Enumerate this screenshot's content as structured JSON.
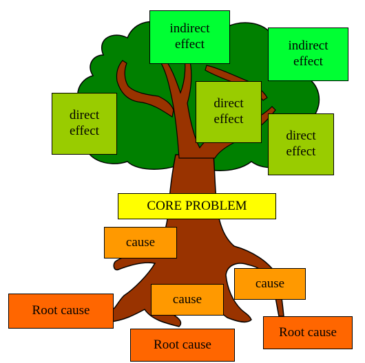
{
  "diagram": {
    "canopy": {
      "indirect_effects": [
        {
          "label": "indirect\neffect"
        },
        {
          "label": "indirect\neffect"
        }
      ],
      "direct_effects": [
        {
          "label": "direct\neffect"
        },
        {
          "label": "direct\neffect"
        },
        {
          "label": "direct\neffect"
        }
      ]
    },
    "core_problem": {
      "label": "CORE PROBLEM"
    },
    "causes": [
      {
        "label": "cause"
      },
      {
        "label": "cause"
      },
      {
        "label": "cause"
      }
    ],
    "root_causes": [
      {
        "label": "Root cause"
      },
      {
        "label": "Root cause"
      },
      {
        "label": "Root cause"
      }
    ],
    "colors": {
      "foliage": "#008000",
      "trunk": "#993300",
      "indirect_effect": "#00ff33",
      "direct_effect": "#99cc00",
      "core_problem": "#ffff00",
      "cause": "#ff9900",
      "root_cause": "#ff6600"
    }
  }
}
